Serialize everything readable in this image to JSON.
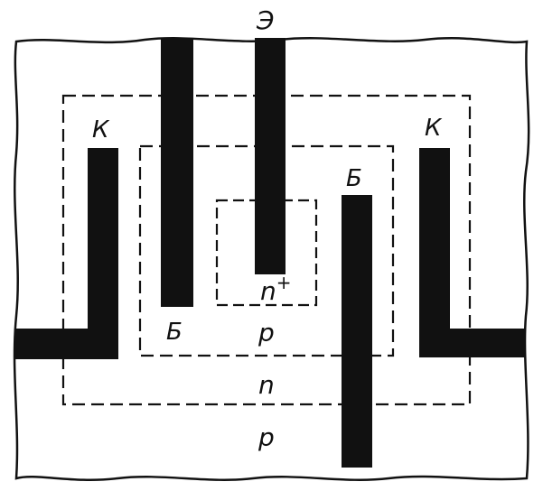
{
  "colors": {
    "ink": "#111111",
    "paper": "#ffffff"
  },
  "labels": {
    "emitter": "Э",
    "base_left": "Б",
    "base_right": "Б",
    "collector_left": "К",
    "collector_right": "К"
  },
  "regions": {
    "n_plus": "n",
    "n_plus_sup": "+",
    "p_base": "p",
    "n_collector": "n",
    "p_substrate": "p"
  }
}
